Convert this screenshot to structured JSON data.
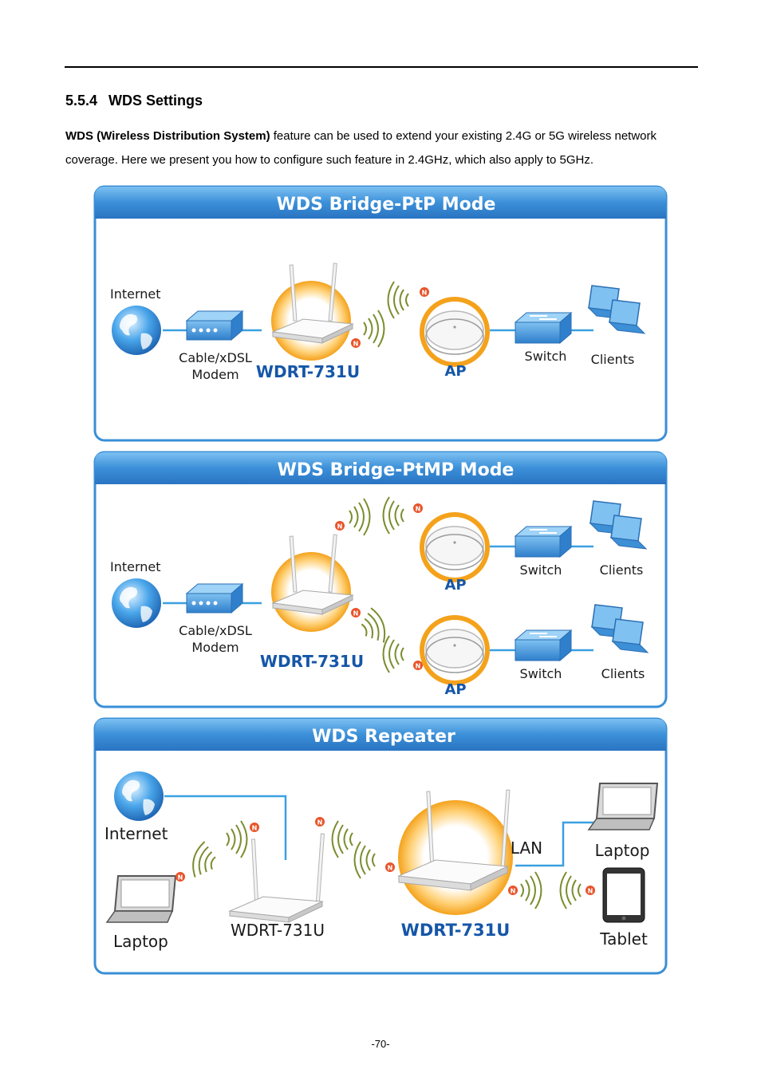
{
  "document": {
    "section_number": "5.5.4",
    "section_title": "WDS Settings",
    "intro_bold": "WDS (Wireless Distribution System)",
    "intro_rest": " feature can be used to extend your existing 2.4G or 5G wireless network coverage. Here we present you how to configure such feature in 2.4GHz, which also apply to 5GHz.",
    "page_number": "-70-"
  },
  "panels": {
    "ptp": {
      "title": "WDS Bridge-PtP Mode",
      "internet": "Internet",
      "modem_line1": "Cable/xDSL",
      "modem_line2": "Modem",
      "router": "WDRT-731U",
      "ap": "AP",
      "switch": "Switch",
      "clients": "Clients"
    },
    "ptmp": {
      "title": "WDS Bridge-PtMP Mode",
      "internet": "Internet",
      "modem_line1": "Cable/xDSL",
      "modem_line2": "Modem",
      "router": "WDRT-731U",
      "ap_top": "AP",
      "ap_bottom": "AP",
      "switch_top": "Switch",
      "switch_bottom": "Switch",
      "clients_top": "Clients",
      "clients_bottom": "Clients"
    },
    "repeater": {
      "title": "WDS Repeater",
      "internet": "Internet",
      "laptop_left": "Laptop",
      "router_left": "WDRT-731U",
      "router_main": "WDRT-731U",
      "lan": "LAN",
      "laptop_right": "Laptop",
      "tablet": "Tablet"
    }
  },
  "colors": {
    "panel_border": "#3a8fd6",
    "title_bar": "#3b8fd8",
    "link_line": "#3aa0e0",
    "router_glow": "#f4a21c",
    "product_text": "#1556a8",
    "device_blue": "#3d8fd6",
    "wireless_badge": "#e8542a"
  }
}
